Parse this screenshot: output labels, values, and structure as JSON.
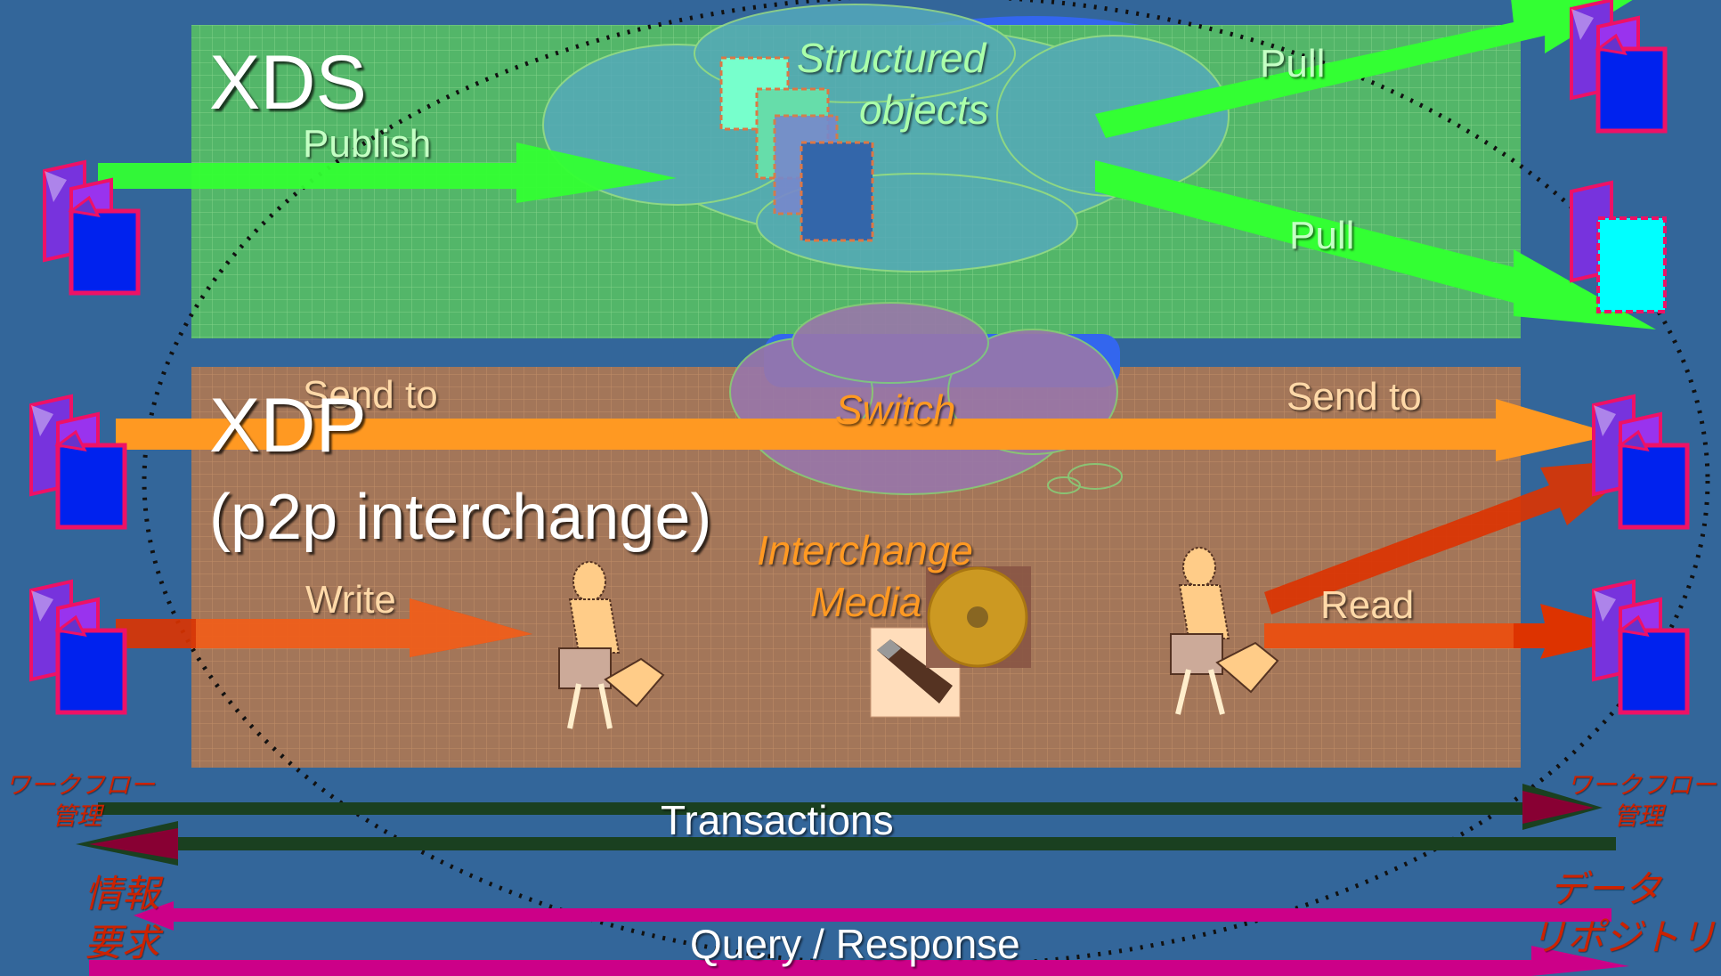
{
  "xds": {
    "title": "XDS",
    "publish": "Publish",
    "structured_line1": "Structured",
    "structured_line2": "objects",
    "pull_top": "Pull",
    "pull_bottom": "Pull"
  },
  "xdp": {
    "title": "XDP",
    "subtitle": "(p2p  interchange)",
    "send_to_left": "Send to",
    "switch": "Switch",
    "send_to_right": "Send to",
    "write": "Write",
    "interchange_line1": "Interchange",
    "interchange_line2": "Media",
    "read": "Read"
  },
  "workflow": {
    "left_line1": "ワークフロー",
    "left_line2": "管理",
    "right_line1": "ワークフロー",
    "right_line2": "管理",
    "transactions": "Transactions"
  },
  "query": {
    "left_line1": "情報",
    "left_line2": "要求",
    "right_line1": "データ",
    "right_line2": "リポジトリ",
    "label": "Query / Response"
  },
  "colors": {
    "background": "#336699",
    "xds_panel": "#55bb66",
    "xdp_panel": "#aa7755",
    "green_arrow": "#33ff33",
    "orange_arrow": "#ff9922",
    "red_arrow": "#dd3300",
    "transactions_bar": "#1a4020",
    "query_bar": "#cc0088"
  },
  "icons": [
    "document-stack-icon",
    "cloud-icon",
    "walking-courier-icon",
    "cd-disc-icon",
    "usb-drive-icon"
  ]
}
